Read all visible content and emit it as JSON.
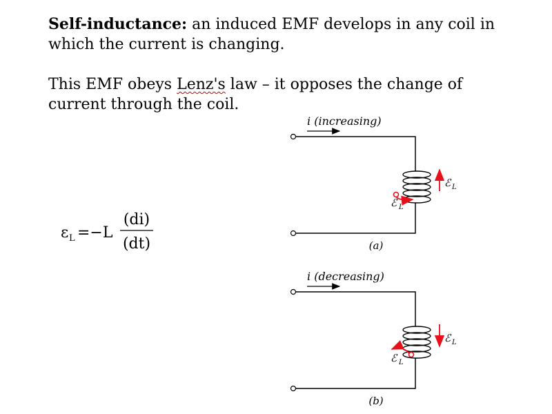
{
  "text": {
    "p1_bold": "Self-inductance:",
    "p1_rest": " an induced EMF develops in any coil in which the current is changing.",
    "p2_pre": "This EMF obeys ",
    "p2_flag": "Lenz's",
    "p2_post": " law – it opposes the change of current through the coil."
  },
  "formula": {
    "lhs": "ε",
    "lhs_sub": "L",
    "equals_minus": "=−L",
    "numerator": "(di)",
    "denominator": "(dt)"
  },
  "diagram_a": {
    "current_label": "i (increasing)",
    "emf_right": "ℰ",
    "emf_right_sub": "L",
    "emf_left": "ℰ",
    "emf_left_sub": "L",
    "caption": "(a)"
  },
  "diagram_b": {
    "current_label": "i (decreasing)",
    "emf_right": "ℰ",
    "emf_right_sub": "L",
    "emf_left": "ℰ",
    "emf_left_sub": "L",
    "caption": "(b)"
  },
  "colors": {
    "emf_arrow": "#e8101a",
    "wire": "#000000",
    "spellcheck": "#d00000"
  }
}
